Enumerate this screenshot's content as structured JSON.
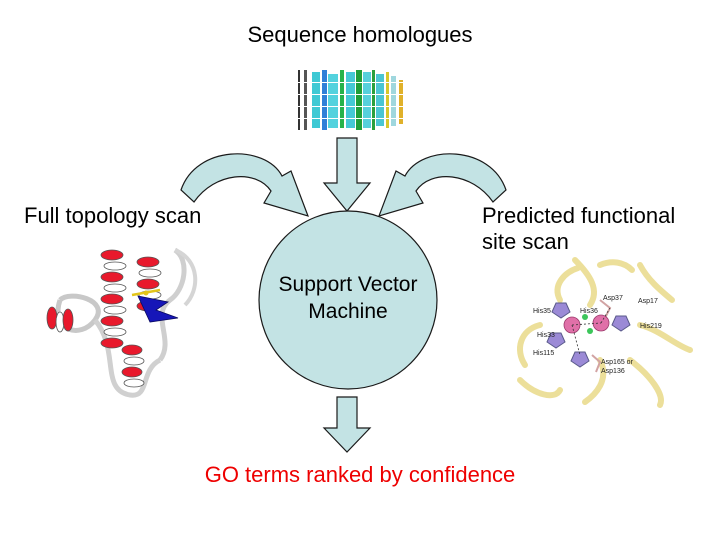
{
  "labels": {
    "top": "Sequence homologues",
    "left": "Full topology scan",
    "right_line1": "Predicted functional",
    "right_line2": "site scan",
    "center_line1": "Support Vector",
    "center_line2": "Machine",
    "bottom": "GO terms ranked by confidence"
  },
  "site_labels": {
    "asp37": "Asp37",
    "asp17": "Asp17",
    "his36": "His36",
    "his35": "His35",
    "his33": "His33",
    "his219": "His219",
    "his115": "His115",
    "asp165": "Asp165 or",
    "asp136": "Asp136"
  },
  "colors": {
    "shape_fill": "#c3e3e4",
    "shape_stroke": "#1a1a1a",
    "bottom_text": "#ee0000"
  }
}
